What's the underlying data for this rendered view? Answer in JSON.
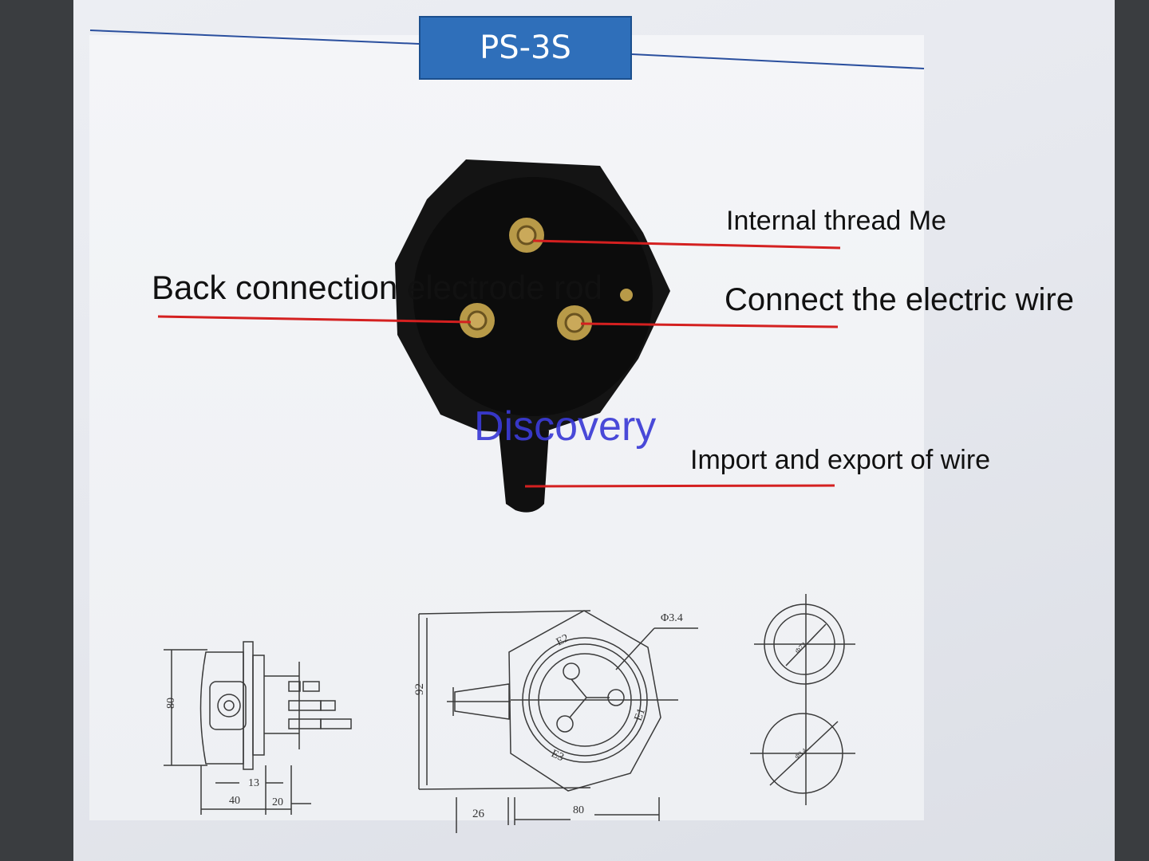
{
  "header": {
    "title": "PS-3S"
  },
  "callouts": {
    "internal_thread": "Internal thread Me",
    "back_connection": "Back connection electrode rod",
    "connect_wire": "Connect the electric wire",
    "import_export": "Import and export of wire"
  },
  "watermark": "Discovery",
  "drawing": {
    "side_view": {
      "dim_height": "80",
      "dim_13": "13",
      "dim_40": "40",
      "dim_20": "20"
    },
    "front_view": {
      "dim_height": "92",
      "dim_26": "26",
      "dim_80": "80",
      "hole": "Φ3.4",
      "e1": "E1",
      "e2": "E2",
      "e3": "E3"
    },
    "mount_views": {
      "top": "Φ72",
      "bottom": "Φ3.4"
    }
  },
  "colors": {
    "title_bg": "#2f6fba",
    "leader": "#d42020",
    "rule": "#2a4f9e",
    "watermark": "#3b3bd6"
  }
}
